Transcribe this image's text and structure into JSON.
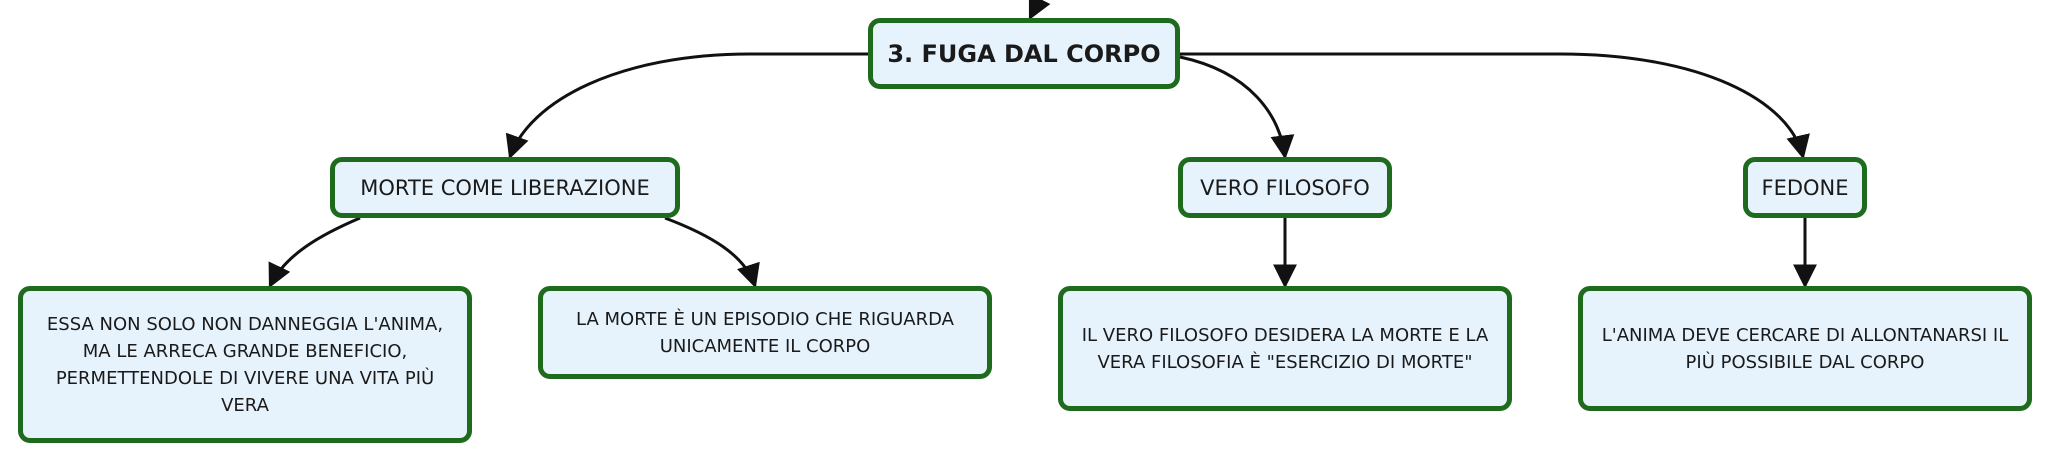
{
  "colors": {
    "node_fill": "#e6f3fc",
    "node_border": "#1e6b1e",
    "edge": "#111111"
  },
  "root": {
    "label": "3. FUGA DAL CORPO"
  },
  "branches": [
    {
      "label": "MORTE COME LIBERAZIONE",
      "children": [
        "ESSA NON SOLO NON DANNEGGIA L'ANIMA, MA LE ARRECA GRANDE BENEFICIO, PERMETTENDOLE DI VIVERE UNA VITA PIÙ VERA",
        "LA MORTE È UN EPISODIO CHE RIGUARDA UNICAMENTE IL CORPO"
      ]
    },
    {
      "label": "VERO FILOSOFO",
      "children": [
        "IL VERO FILOSOFO DESIDERA LA MORTE E LA VERA FILOSOFIA È \"ESERCIZIO DI MORTE\""
      ]
    },
    {
      "label": "FEDONE",
      "children": [
        "L'ANIMA DEVE CERCARE DI ALLONTANARSI IL PIÙ POSSIBILE DAL CORPO"
      ]
    }
  ]
}
